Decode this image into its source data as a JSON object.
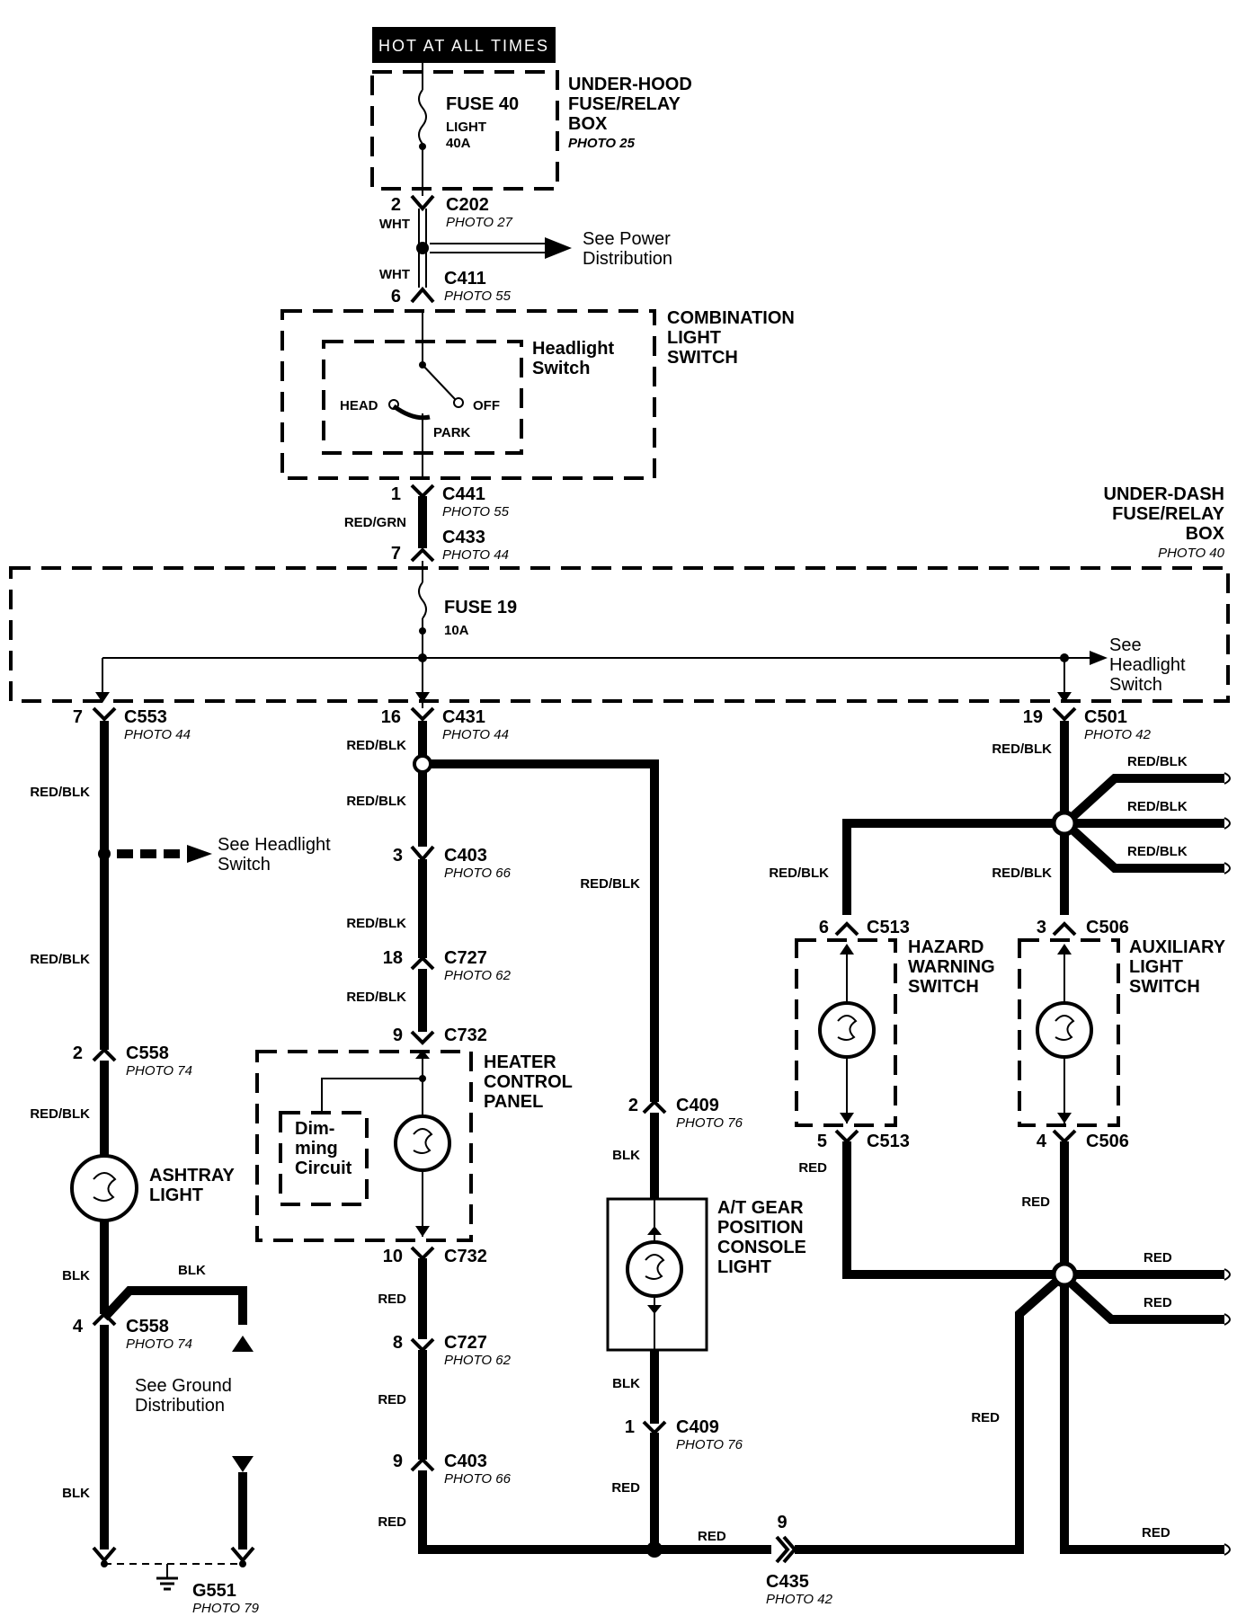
{
  "hot_at_all_times": "HOT AT ALL TIMES",
  "underhood_box": {
    "l1": "UNDER-HOOD",
    "l2": "FUSE/RELAY",
    "l3": "BOX",
    "photo": "PHOTO 25"
  },
  "fuse40": {
    "name": "FUSE 40",
    "desc": "LIGHT",
    "rating": "40A"
  },
  "c202": {
    "pin": "2",
    "name": "C202",
    "photo": "PHOTO 27",
    "wire": "WHT"
  },
  "see_power": {
    "l1": "See Power",
    "l2": "Distribution"
  },
  "c411": {
    "pin": "6",
    "name": "C411",
    "photo": "PHOTO 55",
    "wire": "WHT"
  },
  "combo_switch": {
    "l1": "COMBINATION",
    "l2": "LIGHT",
    "l3": "SWITCH"
  },
  "headlight_switch": {
    "l1": "Headlight",
    "l2": "Switch",
    "head": "HEAD",
    "off": "OFF",
    "park": "PARK"
  },
  "c441": {
    "pin": "1",
    "name": "C441",
    "photo": "PHOTO 55"
  },
  "wire_red_grn": "RED/GRN",
  "c433": {
    "pin": "7",
    "name": "C433",
    "photo": "PHOTO 44"
  },
  "underdash_box": {
    "l1": "UNDER-DASH",
    "l2": "FUSE/RELAY",
    "l3": "BOX",
    "photo": "PHOTO 40"
  },
  "fuse19": {
    "name": "FUSE 19",
    "rating": "10A"
  },
  "see_headlight_right": {
    "l1": "See",
    "l2": "Headlight",
    "l3": "Switch"
  },
  "c553": {
    "pin": "7",
    "name": "C553",
    "photo": "PHOTO 44"
  },
  "c431": {
    "pin": "16",
    "name": "C431",
    "photo": "PHOTO 44"
  },
  "c501": {
    "pin": "19",
    "name": "C501",
    "photo": "PHOTO 42"
  },
  "wire_red_blk": "RED/BLK",
  "wire_red": "RED",
  "wire_blk": "BLK",
  "see_headlight_left": {
    "l1": "See Headlight",
    "l2": "Switch"
  },
  "c403_top": {
    "pin": "3",
    "name": "C403",
    "photo": "PHOTO 66"
  },
  "c727_top": {
    "pin": "18",
    "name": "C727",
    "photo": "PHOTO 62"
  },
  "c732_top": {
    "pin": "9",
    "name": "C732"
  },
  "heater_panel": {
    "l1": "HEATER",
    "l2": "CONTROL",
    "l3": "PANEL"
  },
  "dimming": {
    "l1": "Dim-",
    "l2": "ming",
    "l3": "Circuit"
  },
  "c732_bot": {
    "pin": "10",
    "name": "C732"
  },
  "c727_bot": {
    "pin": "8",
    "name": "C727",
    "photo": "PHOTO 62"
  },
  "c403_bot": {
    "pin": "9",
    "name": "C403",
    "photo": "PHOTO 66"
  },
  "c558_top": {
    "pin": "2",
    "name": "C558",
    "photo": "PHOTO 74"
  },
  "ashtray": {
    "l1": "ASHTRAY",
    "l2": "LIGHT"
  },
  "c558_bot": {
    "pin": "4",
    "name": "C558",
    "photo": "PHOTO 74"
  },
  "see_ground": {
    "l1": "See Ground",
    "l2": "Distribution"
  },
  "g551": {
    "name": "G551",
    "photo": "PHOTO 79"
  },
  "c409_top": {
    "pin": "2",
    "name": "C409",
    "photo": "PHOTO 76"
  },
  "at_gear": {
    "l1": "A/T GEAR",
    "l2": "POSITION",
    "l3": "CONSOLE",
    "l4": "LIGHT"
  },
  "c409_bot": {
    "pin": "1",
    "name": "C409",
    "photo": "PHOTO 76"
  },
  "c435": {
    "pin": "9",
    "name": "C435",
    "photo": "PHOTO 42"
  },
  "c513_top": {
    "pin": "6",
    "name": "C513"
  },
  "hazard": {
    "l1": "HAZARD",
    "l2": "WARNING",
    "l3": "SWITCH"
  },
  "c513_bot": {
    "pin": "5",
    "name": "C513"
  },
  "c506_top": {
    "pin": "3",
    "name": "C506"
  },
  "aux": {
    "l1": "AUXILIARY",
    "l2": "LIGHT",
    "l3": "SWITCH"
  },
  "c506_bot": {
    "pin": "4",
    "name": "C506"
  }
}
